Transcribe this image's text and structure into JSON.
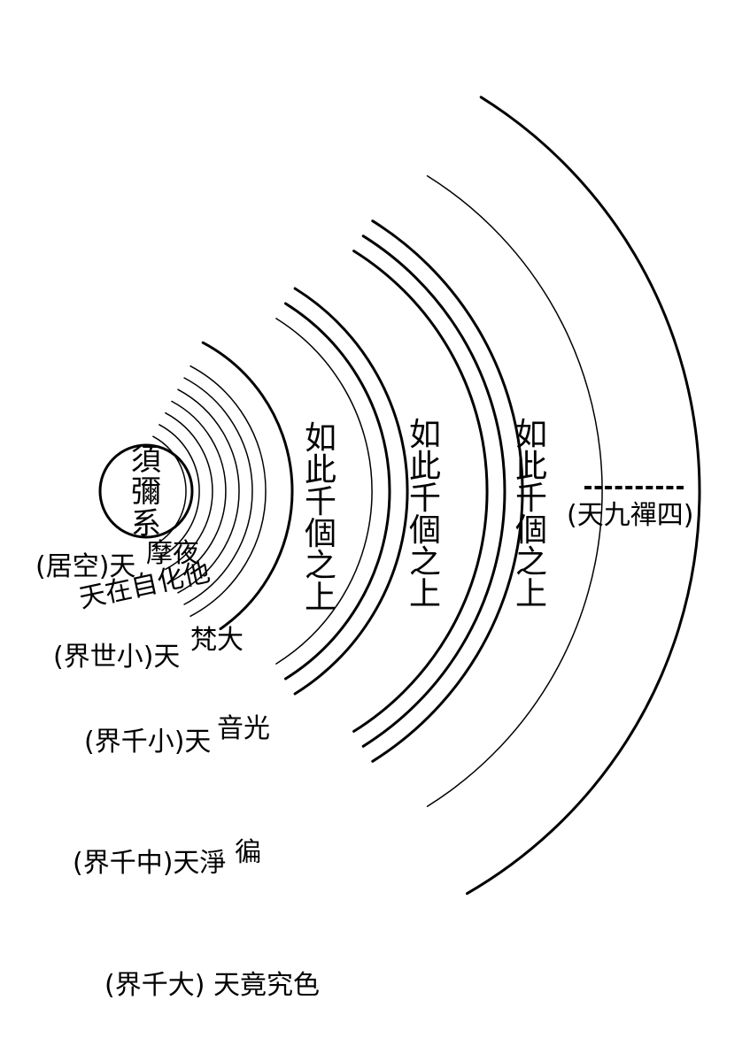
{
  "center": {
    "text": "須彌系"
  },
  "labels": {
    "yama": "(居空)天",
    "yama_tail": "摩夜",
    "paranirmita": "天在自化他",
    "brahma": "(界世小)天",
    "brahma_tail": "梵大",
    "abhasvara": "(界千小)天",
    "abhasvara_tail": "音光",
    "subhakrtsna": "(界千中)天淨",
    "subhakrtsna_tail": "徧",
    "akanistha": "(界千大) 天竟究色",
    "four_dhyana": "(天九禪四)"
  },
  "thousand_labels": [
    "如此千個之上",
    "如此千個之上",
    "如此千個之上"
  ]
}
